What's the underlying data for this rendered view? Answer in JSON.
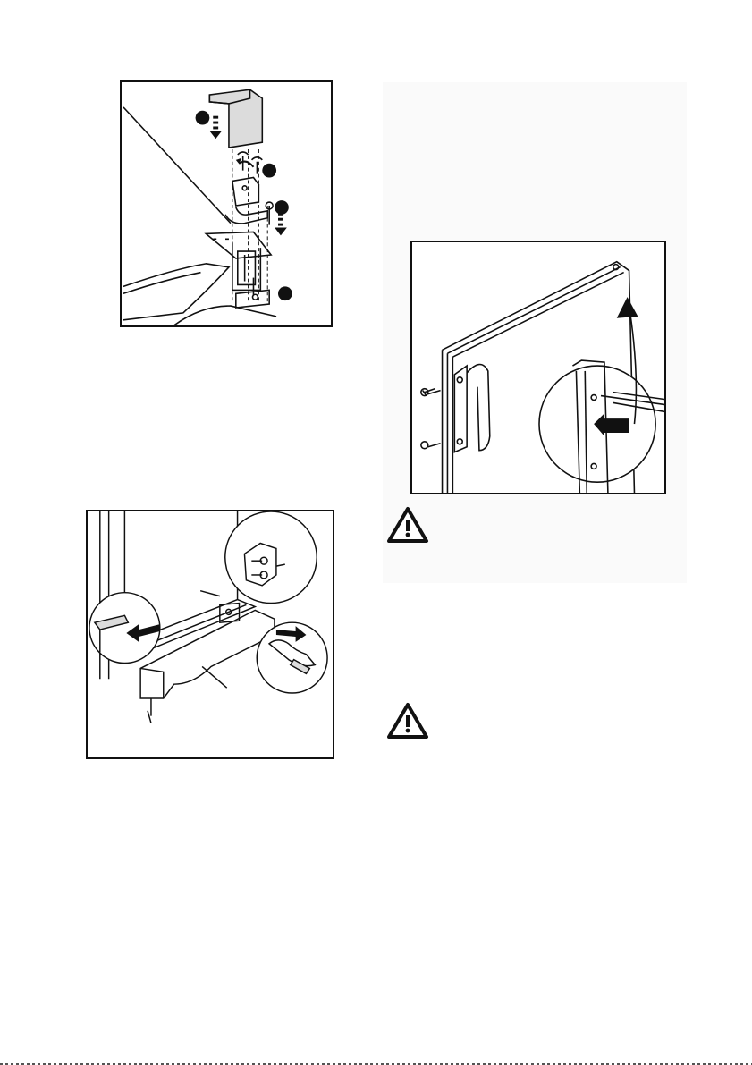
{
  "figures": [
    {
      "id": "hinge-assembly",
      "step_markers": [
        "",
        "",
        "",
        ""
      ]
    },
    {
      "id": "plinth-installation"
    },
    {
      "id": "door-screw-fixing"
    }
  ],
  "warnings": [
    {
      "icon": "warning-triangle-icon"
    },
    {
      "icon": "warning-triangle-icon"
    }
  ],
  "colors": {
    "line": "#111111",
    "cover_fill": "#dcdcdc",
    "marker_fill": "#111111"
  }
}
